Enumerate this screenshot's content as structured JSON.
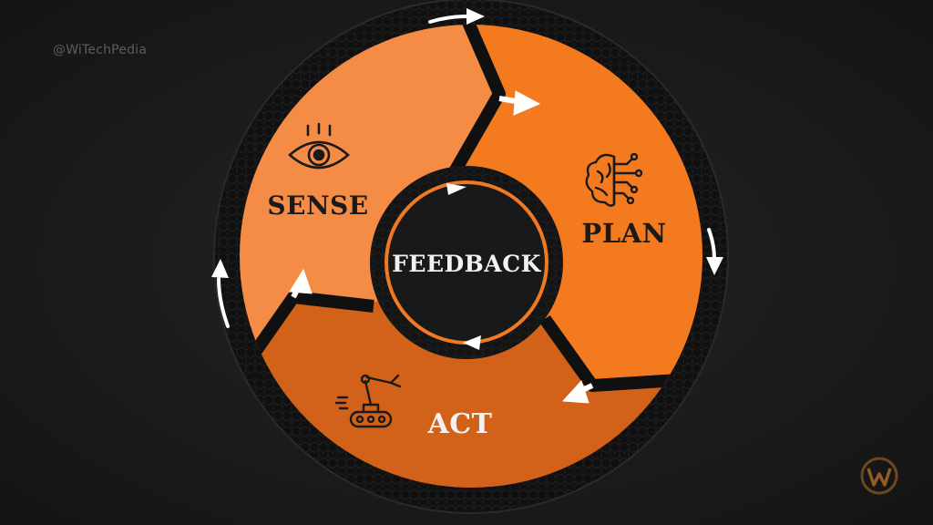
{
  "watermark": "@WiTechPedia",
  "cycle": {
    "center_label": "FEEDBACK",
    "stages": [
      {
        "id": "sense",
        "label": "SENSE",
        "icon": "eye-icon"
      },
      {
        "id": "plan",
        "label": "PLAN",
        "icon": "brain-circuit-icon"
      },
      {
        "id": "act",
        "label": "ACT",
        "icon": "robot-arm-icon"
      }
    ]
  },
  "colors": {
    "background": "#1c1c1d",
    "ring": "#101011",
    "sense": "#f58c45",
    "plan": "#f47a1f",
    "act": "#d2621a",
    "center": "#19191a",
    "accent": "#f07a24",
    "arrow": "#ffffff",
    "text_dark": "#1a1a1a",
    "text_light": "#f2f2f2"
  },
  "brand_logo": "w-logo"
}
